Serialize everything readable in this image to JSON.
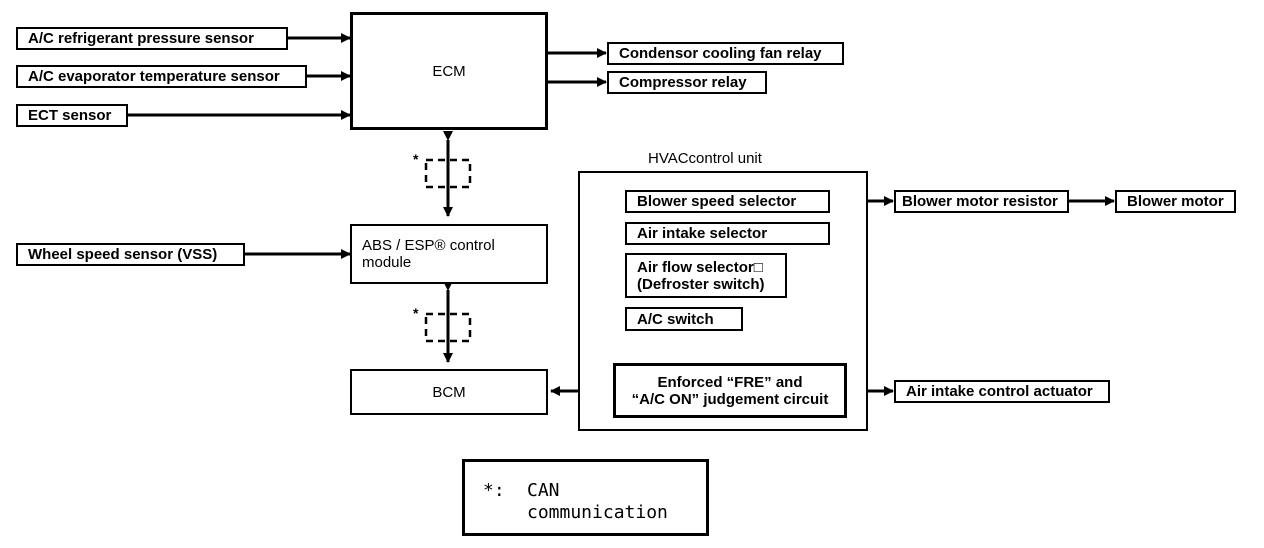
{
  "inputs": {
    "ac_pressure_sensor": "A/C refrigerant pressure sensor",
    "ac_evaporator_sensor": "A/C evaporator temperature sensor",
    "ect_sensor": "ECT sensor",
    "wheel_speed_sensor": "Wheel speed sensor (VSS)"
  },
  "modules": {
    "ecm": "ECM",
    "abs_line1": "ABS / ESP® control",
    "abs_line2": "module",
    "bcm": "BCM"
  },
  "outputs": {
    "condensor_relay": "Condensor cooling fan relay",
    "compressor_relay": "Compressor relay",
    "blower_resistor": "Blower motor resistor",
    "blower_motor": "Blower motor",
    "air_intake_actuator": "Air intake control actuator"
  },
  "hvac": {
    "title": "HVACcontrol unit",
    "blower_selector": "Blower speed selector",
    "air_intake_selector": "Air intake selector",
    "air_flow_line1": "Air flow selector□",
    "air_flow_line2": "(Defroster switch)",
    "ac_switch": "A/C switch",
    "judge_line1": "Enforced “FRE”  and",
    "judge_line2": "“A/C ON”  judgement circuit"
  },
  "can_marker": "*",
  "legend": {
    "symbol": "*:",
    "line1": "CAN",
    "line2": "communication"
  }
}
